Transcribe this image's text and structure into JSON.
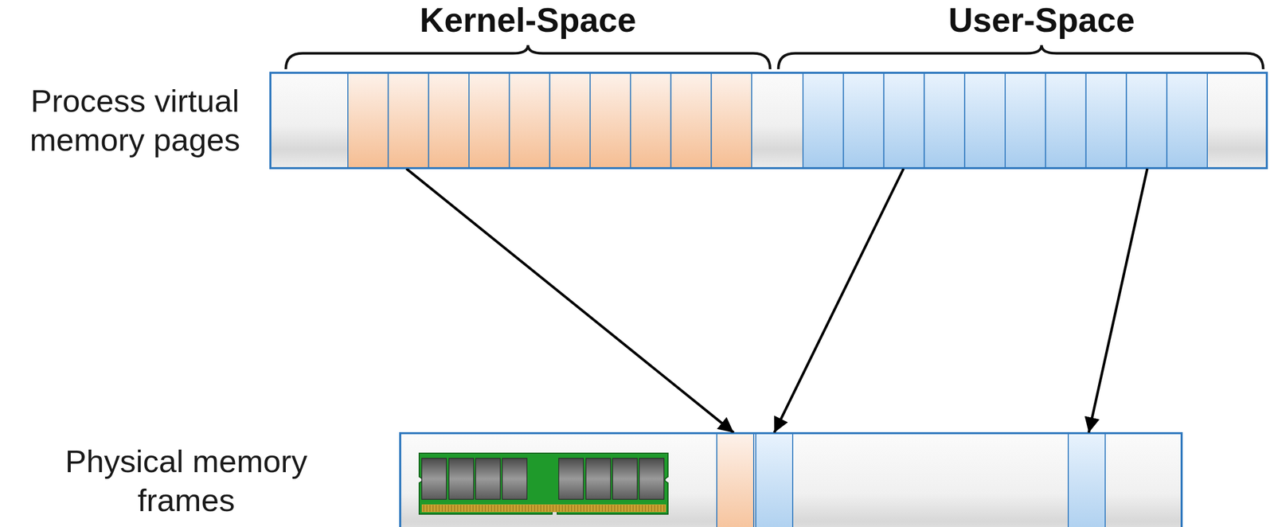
{
  "diagram": {
    "nodes": [
      {
        "text": [
          "Process virtual memory pages"
        ]
      },
      {
        "text": [
          "Physical memory frames"
        ]
      }
    ],
    "edges": [
      {
        "from": 0,
        "to": 1,
        "arrow": "to"
      },
      {
        "from": 0,
        "to": 1,
        "arrow": "to"
      },
      {
        "from": 0,
        "to": 1,
        "arrow": "to"
      }
    ],
    "labels": [
      "Kernel-Space",
      "User-Space"
    ]
  }
}
